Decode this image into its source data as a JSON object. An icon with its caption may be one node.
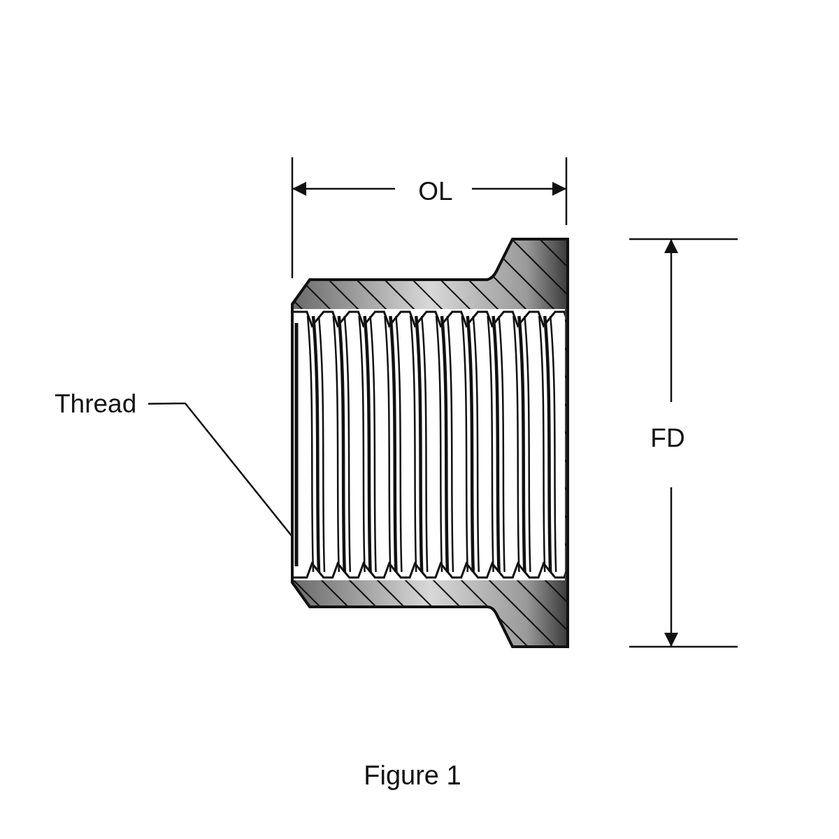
{
  "diagram": {
    "caption": "Figure 1",
    "nodes": [
      {
        "text": [
          "Thread"
        ]
      },
      {
        "text": [],
        "shape": "picture"
      }
    ],
    "edges": [
      {
        "from": 0,
        "to": 1,
        "arrow": "none"
      }
    ],
    "labels": [
      "OL",
      "FD"
    ]
  }
}
